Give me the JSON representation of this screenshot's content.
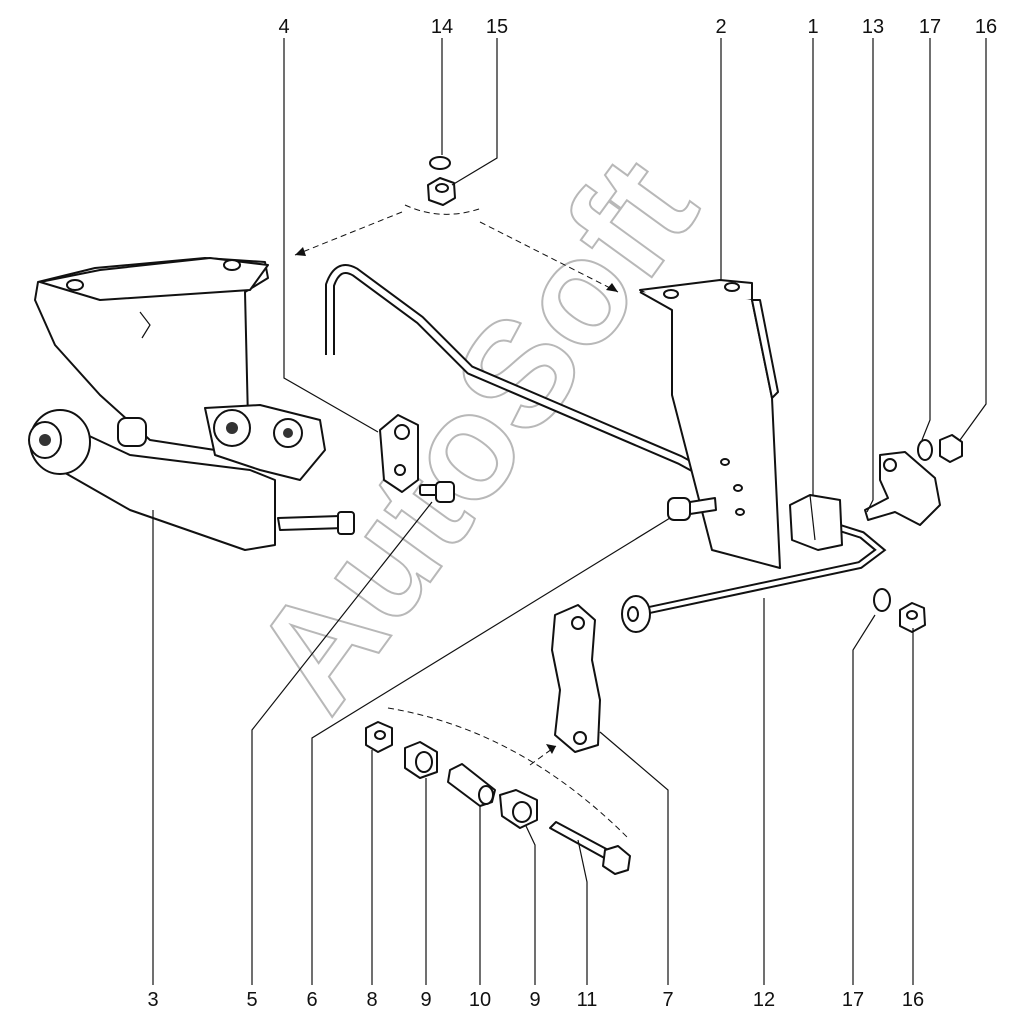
{
  "watermark": "AutoSoft",
  "callouts_top": [
    "4",
    "14",
    "15",
    "2",
    "1",
    "13",
    "17",
    "16"
  ],
  "callouts_bottom": [
    "3",
    "5",
    "6",
    "8",
    "9",
    "10",
    "9",
    "11",
    "7",
    "12",
    "17",
    "16"
  ]
}
